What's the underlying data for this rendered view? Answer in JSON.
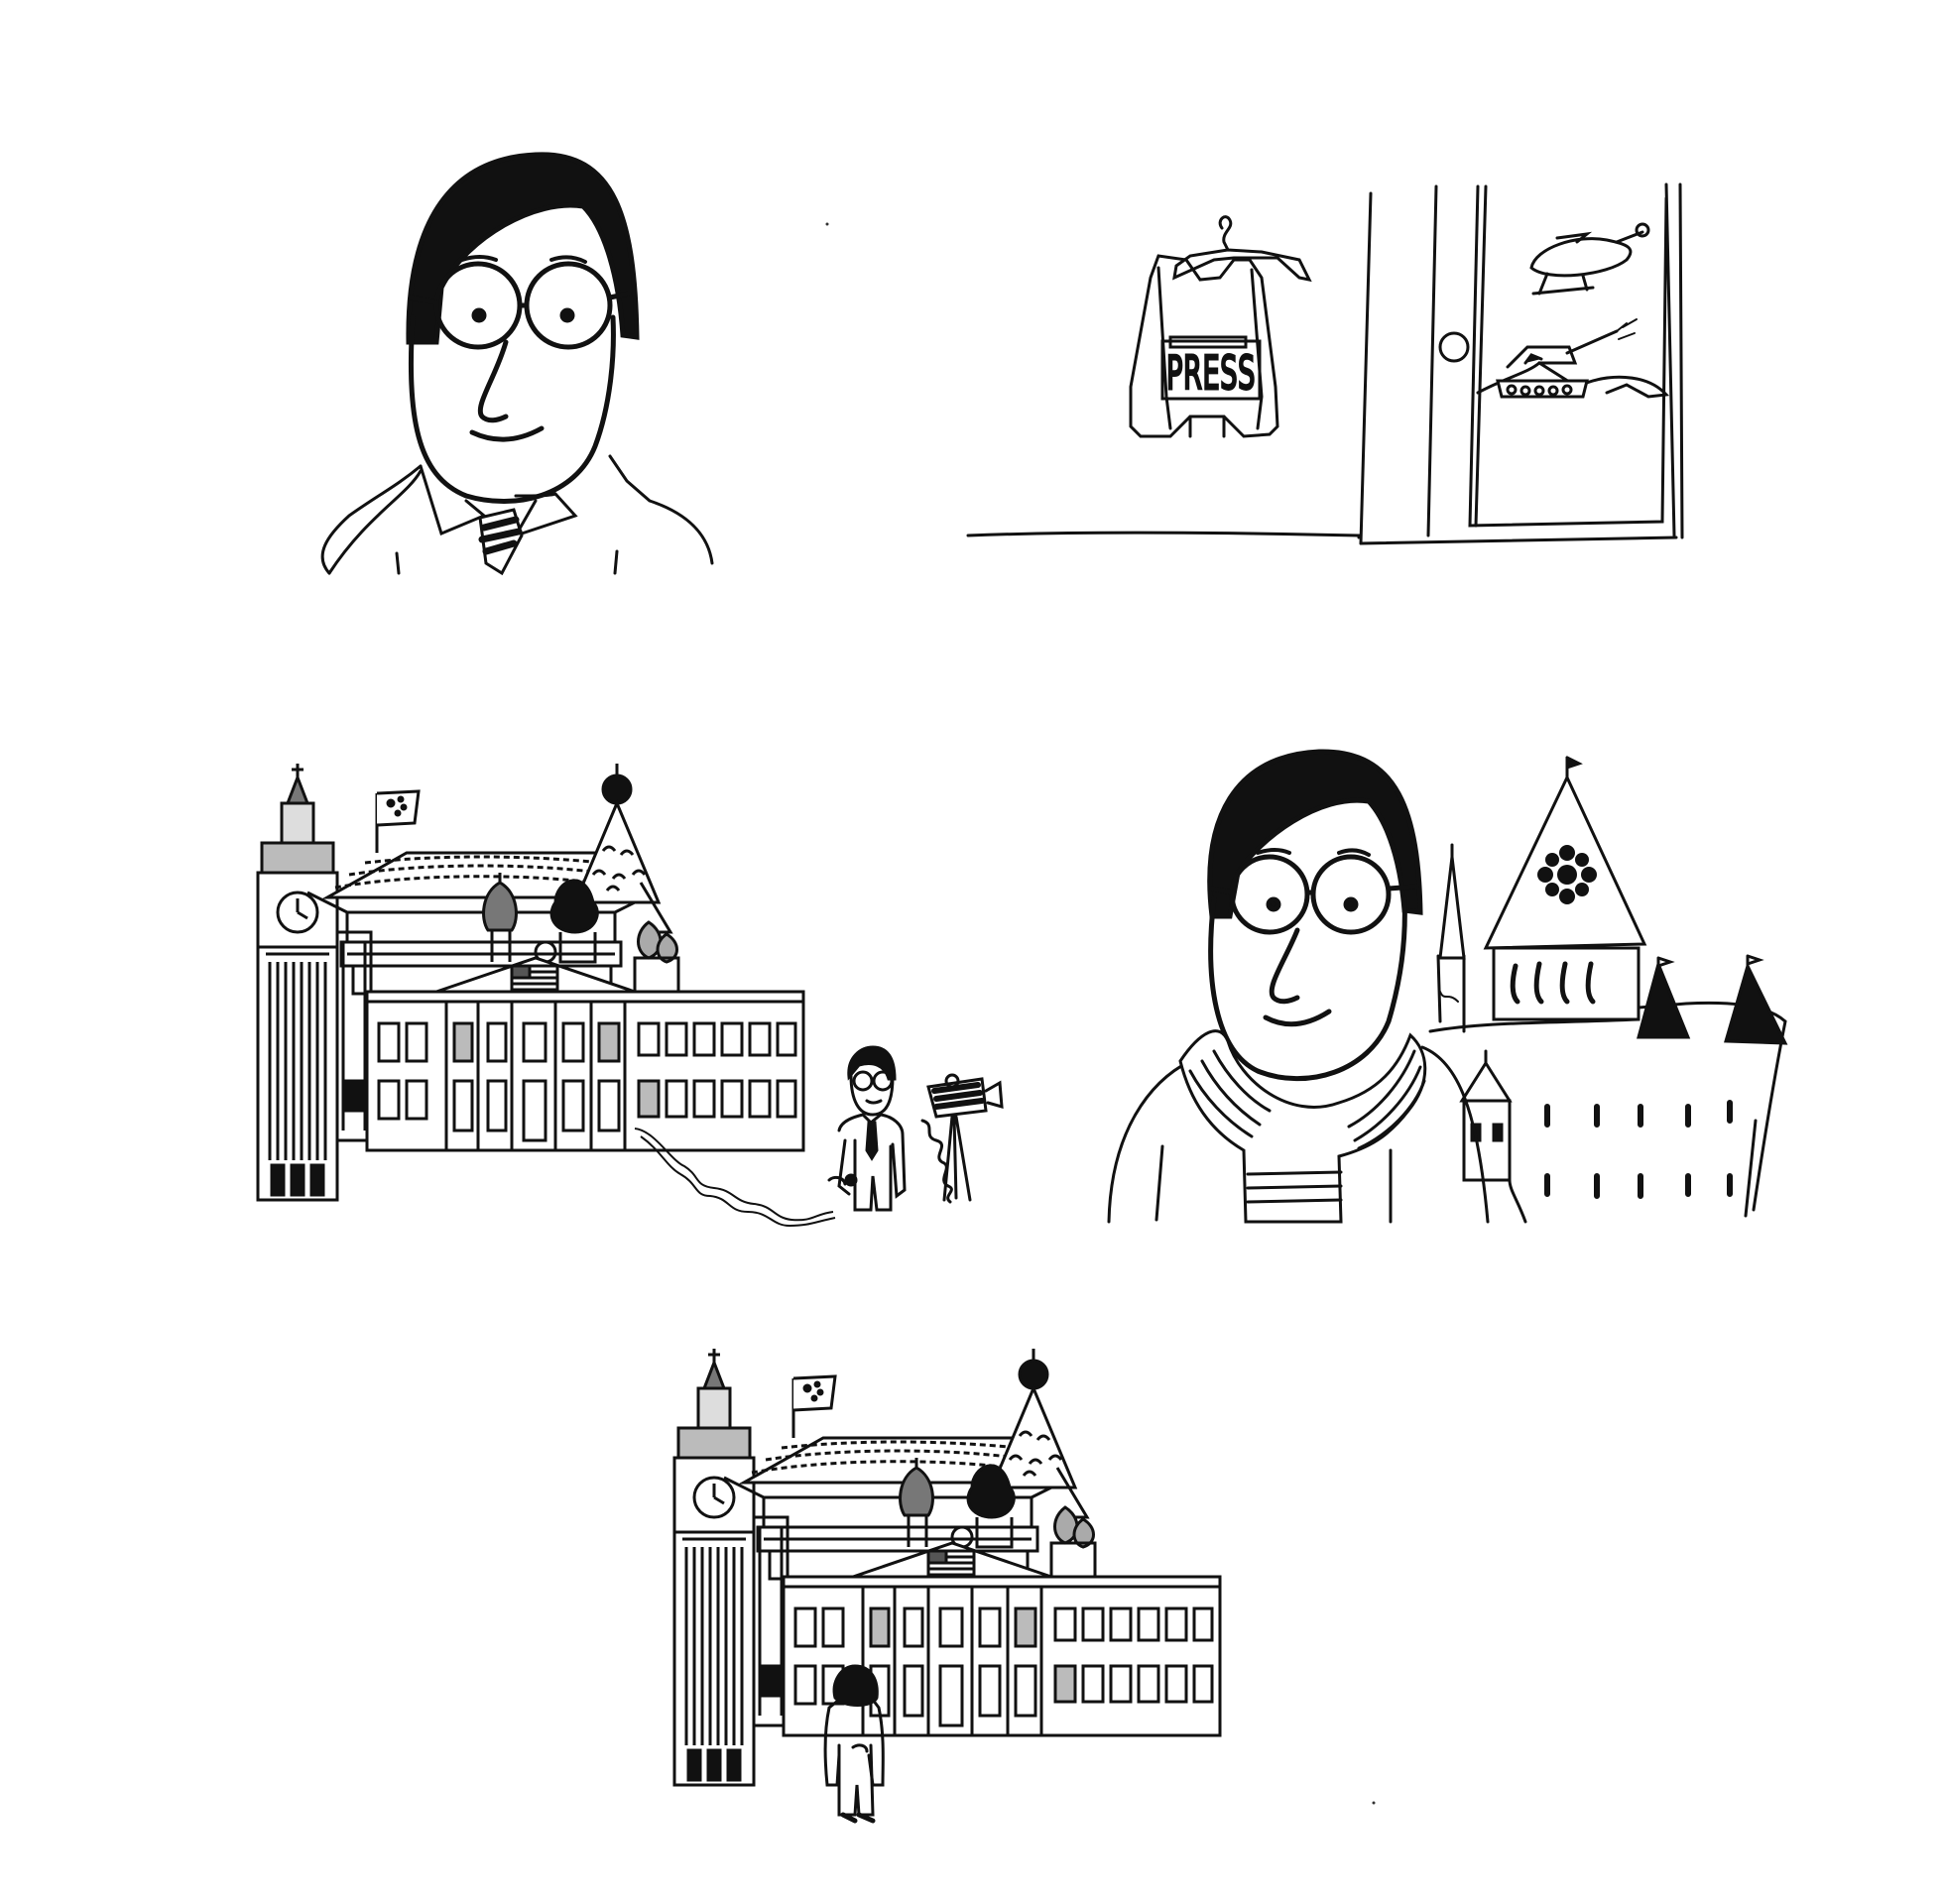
{
  "panels": [
    {
      "id": "portrait-tie"
    },
    {
      "id": "closet-war-gear",
      "vest_label": "PRESS"
    },
    {
      "id": "world-landmarks-reporter"
    },
    {
      "id": "portrait-scarf-cbc"
    },
    {
      "id": "landmarks-viewer"
    }
  ],
  "colors": {
    "ink": "#111111",
    "paper": "#ffffff",
    "shade": "#8a8a8a"
  },
  "icons": [
    "cbc-gem-icon",
    "flag-usa-icon",
    "flag-china-icon",
    "tank-icon",
    "helicopter-icon",
    "video-camera-icon"
  ]
}
